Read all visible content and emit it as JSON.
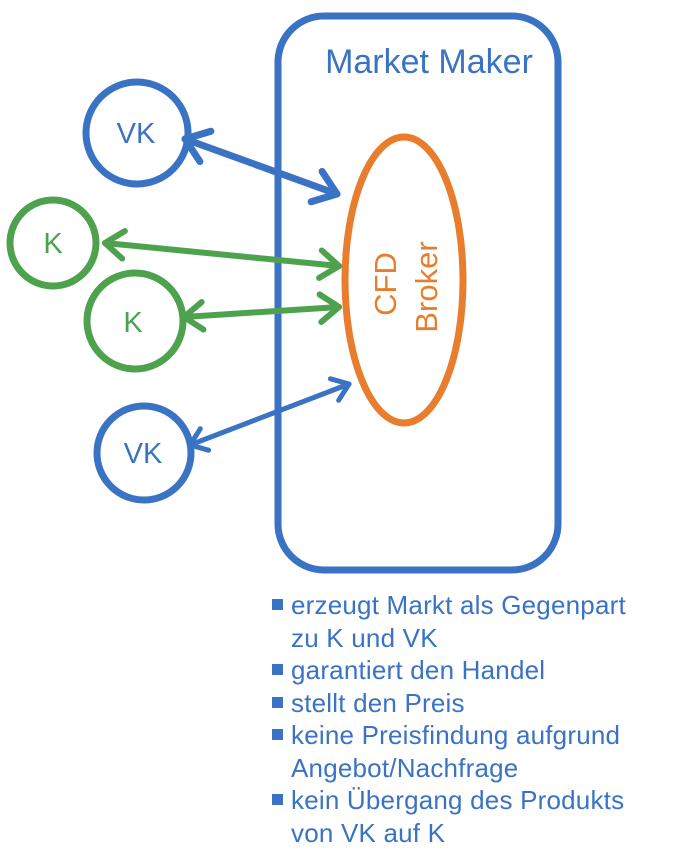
{
  "diagram": {
    "title": "Market Maker",
    "ellipse": {
      "line1": "CFD",
      "line2": "Broker"
    },
    "nodes": {
      "vk_top": "VK",
      "k_first": "K",
      "k_second": "K",
      "vk_bottom": "VK"
    },
    "colors": {
      "blue": "#3B73C4",
      "green": "#4EA24E",
      "orange": "#E87E2D"
    }
  },
  "bullets": {
    "items": [
      {
        "text": "erzeugt Markt als Gegenpart\nzu K und VK"
      },
      {
        "text": "garantiert den Handel"
      },
      {
        "text": "stellt den Preis"
      },
      {
        "text": "keine Preisfindung aufgrund\nAngebot/Nachfrage"
      },
      {
        "text": "kein Übergang des Produkts\nvon VK auf K"
      }
    ]
  }
}
